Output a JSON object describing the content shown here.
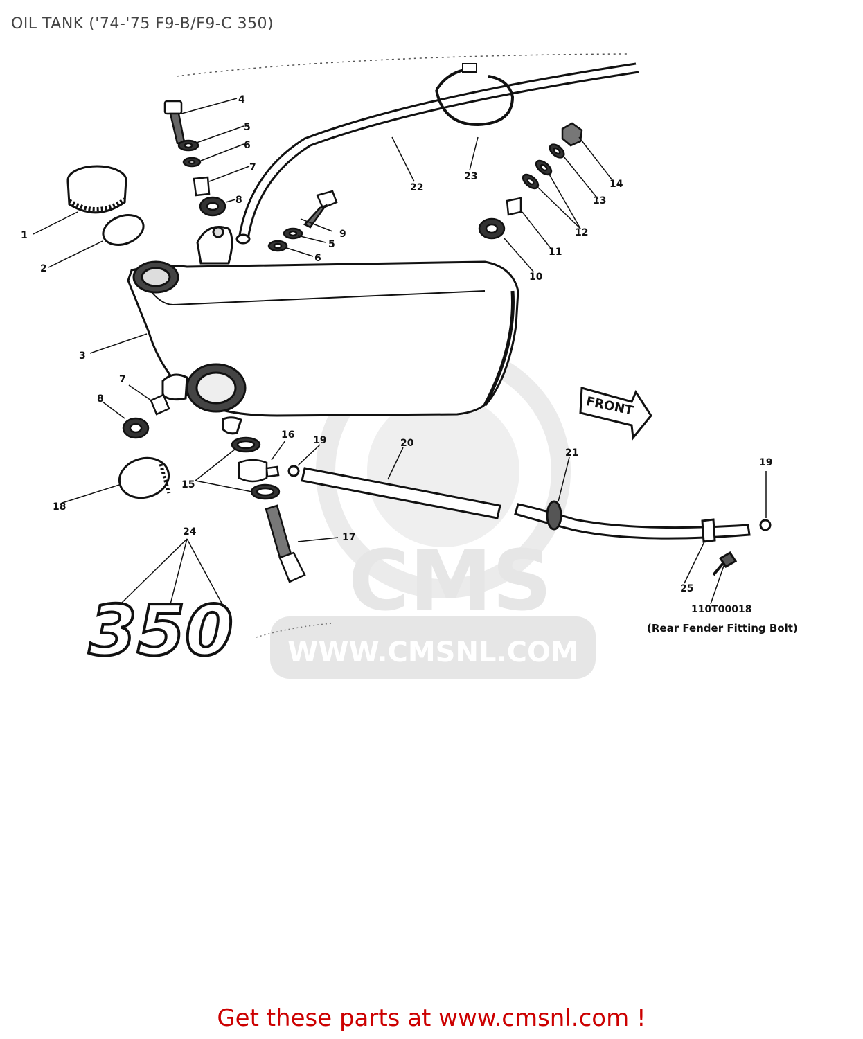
{
  "title": "OIL TANK ('74-'75 F9-B/F9-C 350)",
  "callouts": [
    "1",
    "2",
    "3",
    "4",
    "5",
    "6",
    "7",
    "8",
    "9",
    "10",
    "11",
    "12",
    "13",
    "14",
    "15",
    "16",
    "17",
    "18",
    "19",
    "20",
    "21",
    "22",
    "23",
    "24",
    "25"
  ],
  "front_label": "FRONT",
  "emblem_text": "350",
  "bolt_part_number": "110T00018",
  "bolt_note": "(Rear Fender Fitting Bolt)",
  "watermark": {
    "brand": "CMS",
    "site": "WWW.CMSNL.COM"
  },
  "footer": {
    "link_text": "Get these parts at www.cmsnl.com !"
  },
  "colors": {
    "footer_link": "#cc0000",
    "title": "#444444",
    "line_art": "#111111",
    "watermark": "#e6e6e6"
  }
}
